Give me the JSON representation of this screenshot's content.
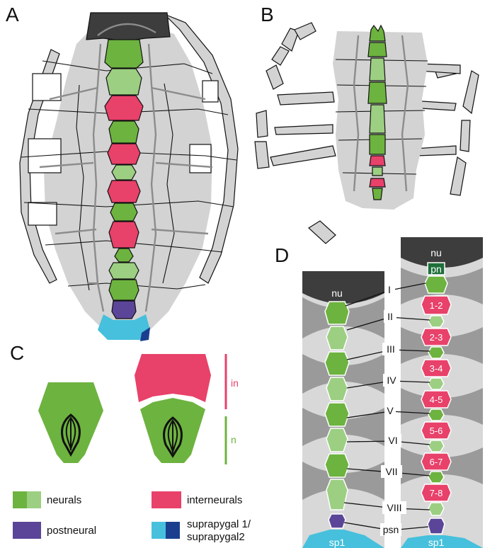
{
  "panels": {
    "a": "A",
    "b": "B",
    "c": "C",
    "d": "D"
  },
  "colors": {
    "neural_dark": "#6db33f",
    "neural_light": "#9ccf82",
    "interneural": "#e8416a",
    "postneural": "#5b4598",
    "suprapygal1": "#46c0dc",
    "suprapygal2": "#1b3f8e",
    "nuchal": "#3d3d3d",
    "bone": "#d3d3d3",
    "scute_dark": "#9a9a9a",
    "scute_light": "#d8d8d8"
  },
  "panel_c": {
    "in_label": "in",
    "n_label": "n"
  },
  "panel_d": {
    "left": {
      "nu": "nu",
      "sp": "sp1",
      "roman": [
        "I",
        "II",
        "III",
        "IV",
        "V",
        "VI",
        "VII",
        "VIII"
      ],
      "psn": "psn"
    },
    "right": {
      "nu": "nu",
      "pn": "pn",
      "sp": "sp1",
      "interneurals": [
        "1-2",
        "2-3",
        "3-4",
        "4-5",
        "5-6",
        "6-7",
        "7-8"
      ]
    }
  },
  "legend": {
    "neurals": "neurals",
    "interneurals": "interneurals",
    "postneural": "postneural",
    "suprapygal_line1": "suprapygal 1/",
    "suprapygal_line2": "suprapygal2"
  }
}
